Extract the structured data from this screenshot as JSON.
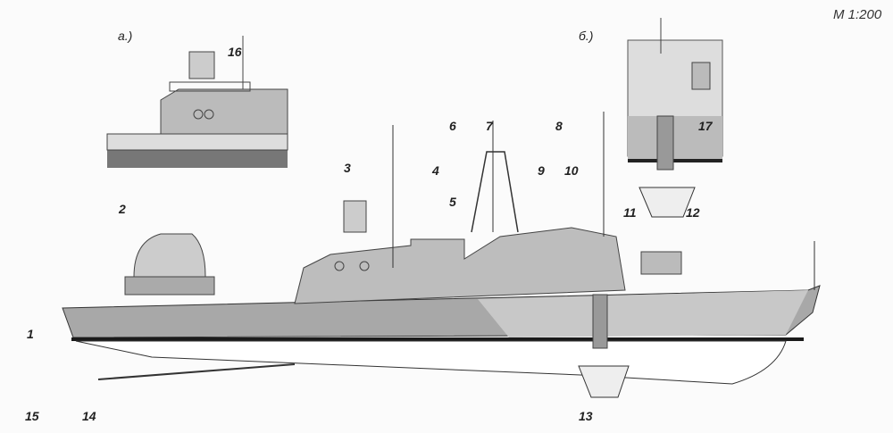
{
  "scale": "М 1:200",
  "insets": {
    "a": "а.)",
    "b": "б.)"
  },
  "callouts": [
    "1",
    "2",
    "3",
    "4",
    "5",
    "6",
    "7",
    "8",
    "9",
    "10",
    "11",
    "12",
    "13",
    "14",
    "15",
    "16",
    "17"
  ],
  "colors": {
    "hull": "#a8a8a8",
    "deck": "#c8c8c8",
    "line": "#333333",
    "waterline": "#1a1a1a"
  }
}
